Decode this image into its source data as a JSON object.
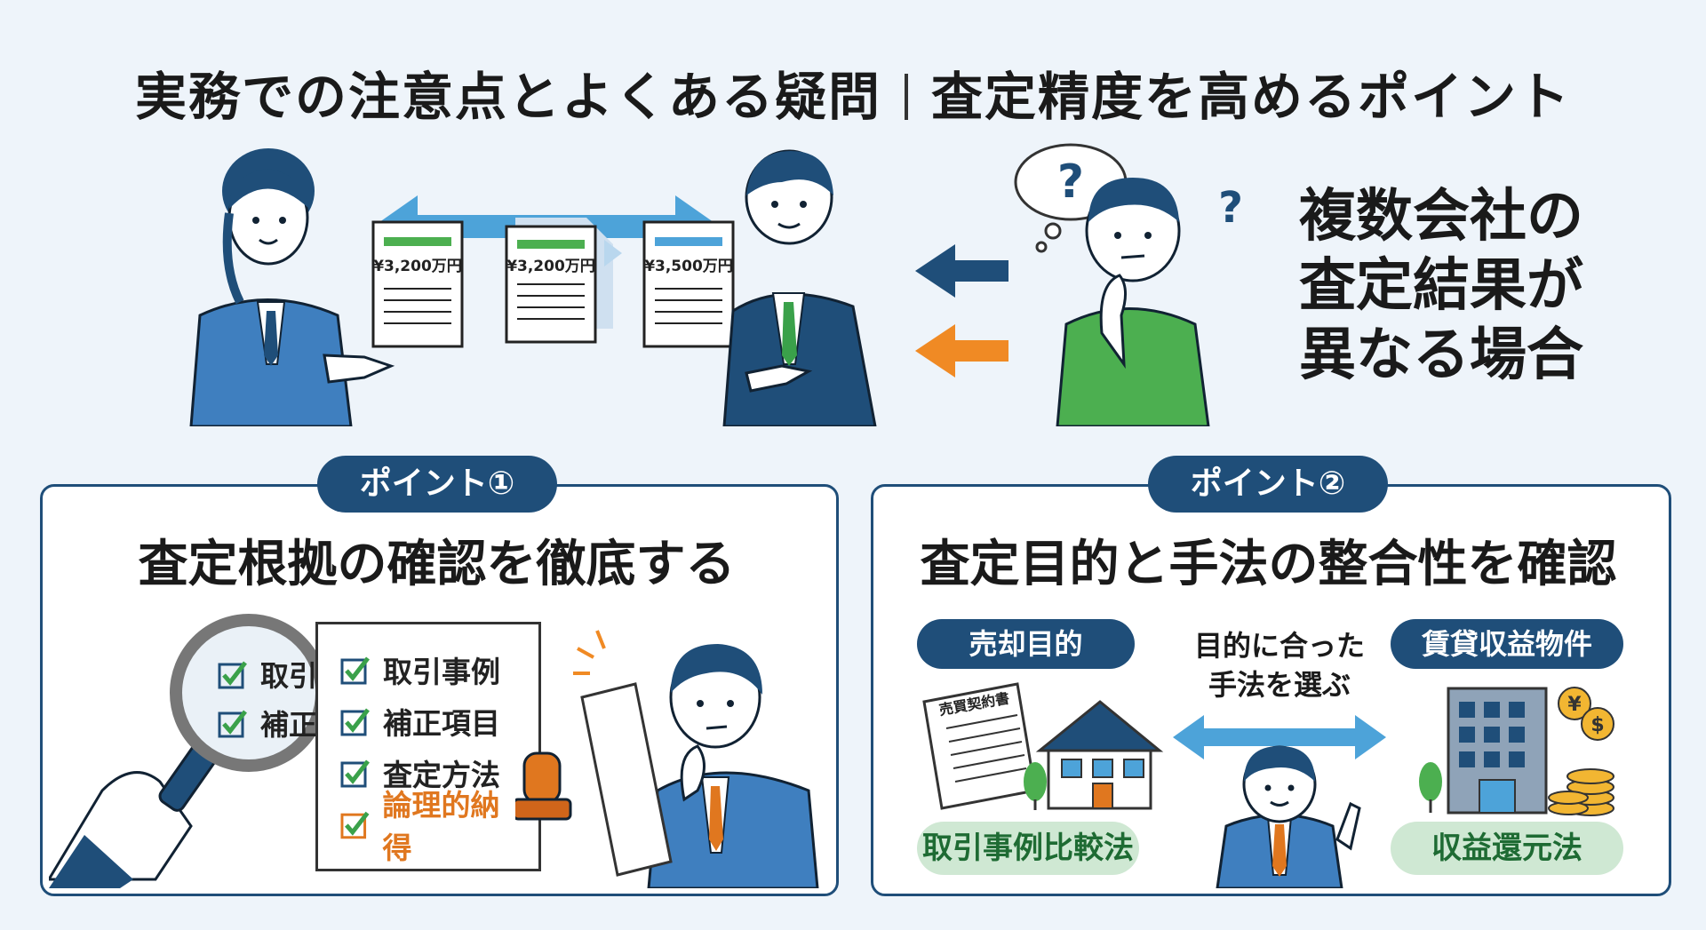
{
  "title": {
    "left": "実務での注意点とよくある疑問",
    "right": "査定精度を高めるポイント"
  },
  "hero": {
    "doc1_value": "¥3,200万円",
    "doc2_value": "¥3,200万円",
    "doc3_value": "¥3,500万円",
    "question_mark": "?",
    "scenario_lines": [
      "複数会社の",
      "査定結果が",
      "異なる場合"
    ]
  },
  "point1": {
    "pill": "ポイント①",
    "heading": "査定根拠の確認を徹底する",
    "magnified": [
      "取引",
      "補正"
    ],
    "checklist": [
      "取引事例",
      "補正項目",
      "査定方法",
      "論理的納得"
    ]
  },
  "point2": {
    "pill": "ポイント②",
    "heading": "査定目的と手法の整合性を確認",
    "left_tag": "売却目的",
    "contract_label": "売買契約書",
    "left_method": "取引事例比較法",
    "middle_note": [
      "目的に合った",
      "手法を選ぶ"
    ],
    "right_tag": "賃貸収益物件",
    "right_method": "収益還元法",
    "coin_symbols": [
      "¥",
      "$"
    ]
  },
  "colors": {
    "navy": "#1f4e79",
    "light_blue": "#4da3d9",
    "orange": "#f08a24",
    "green": "#4caf50",
    "light_green": "#cfe8d3"
  }
}
